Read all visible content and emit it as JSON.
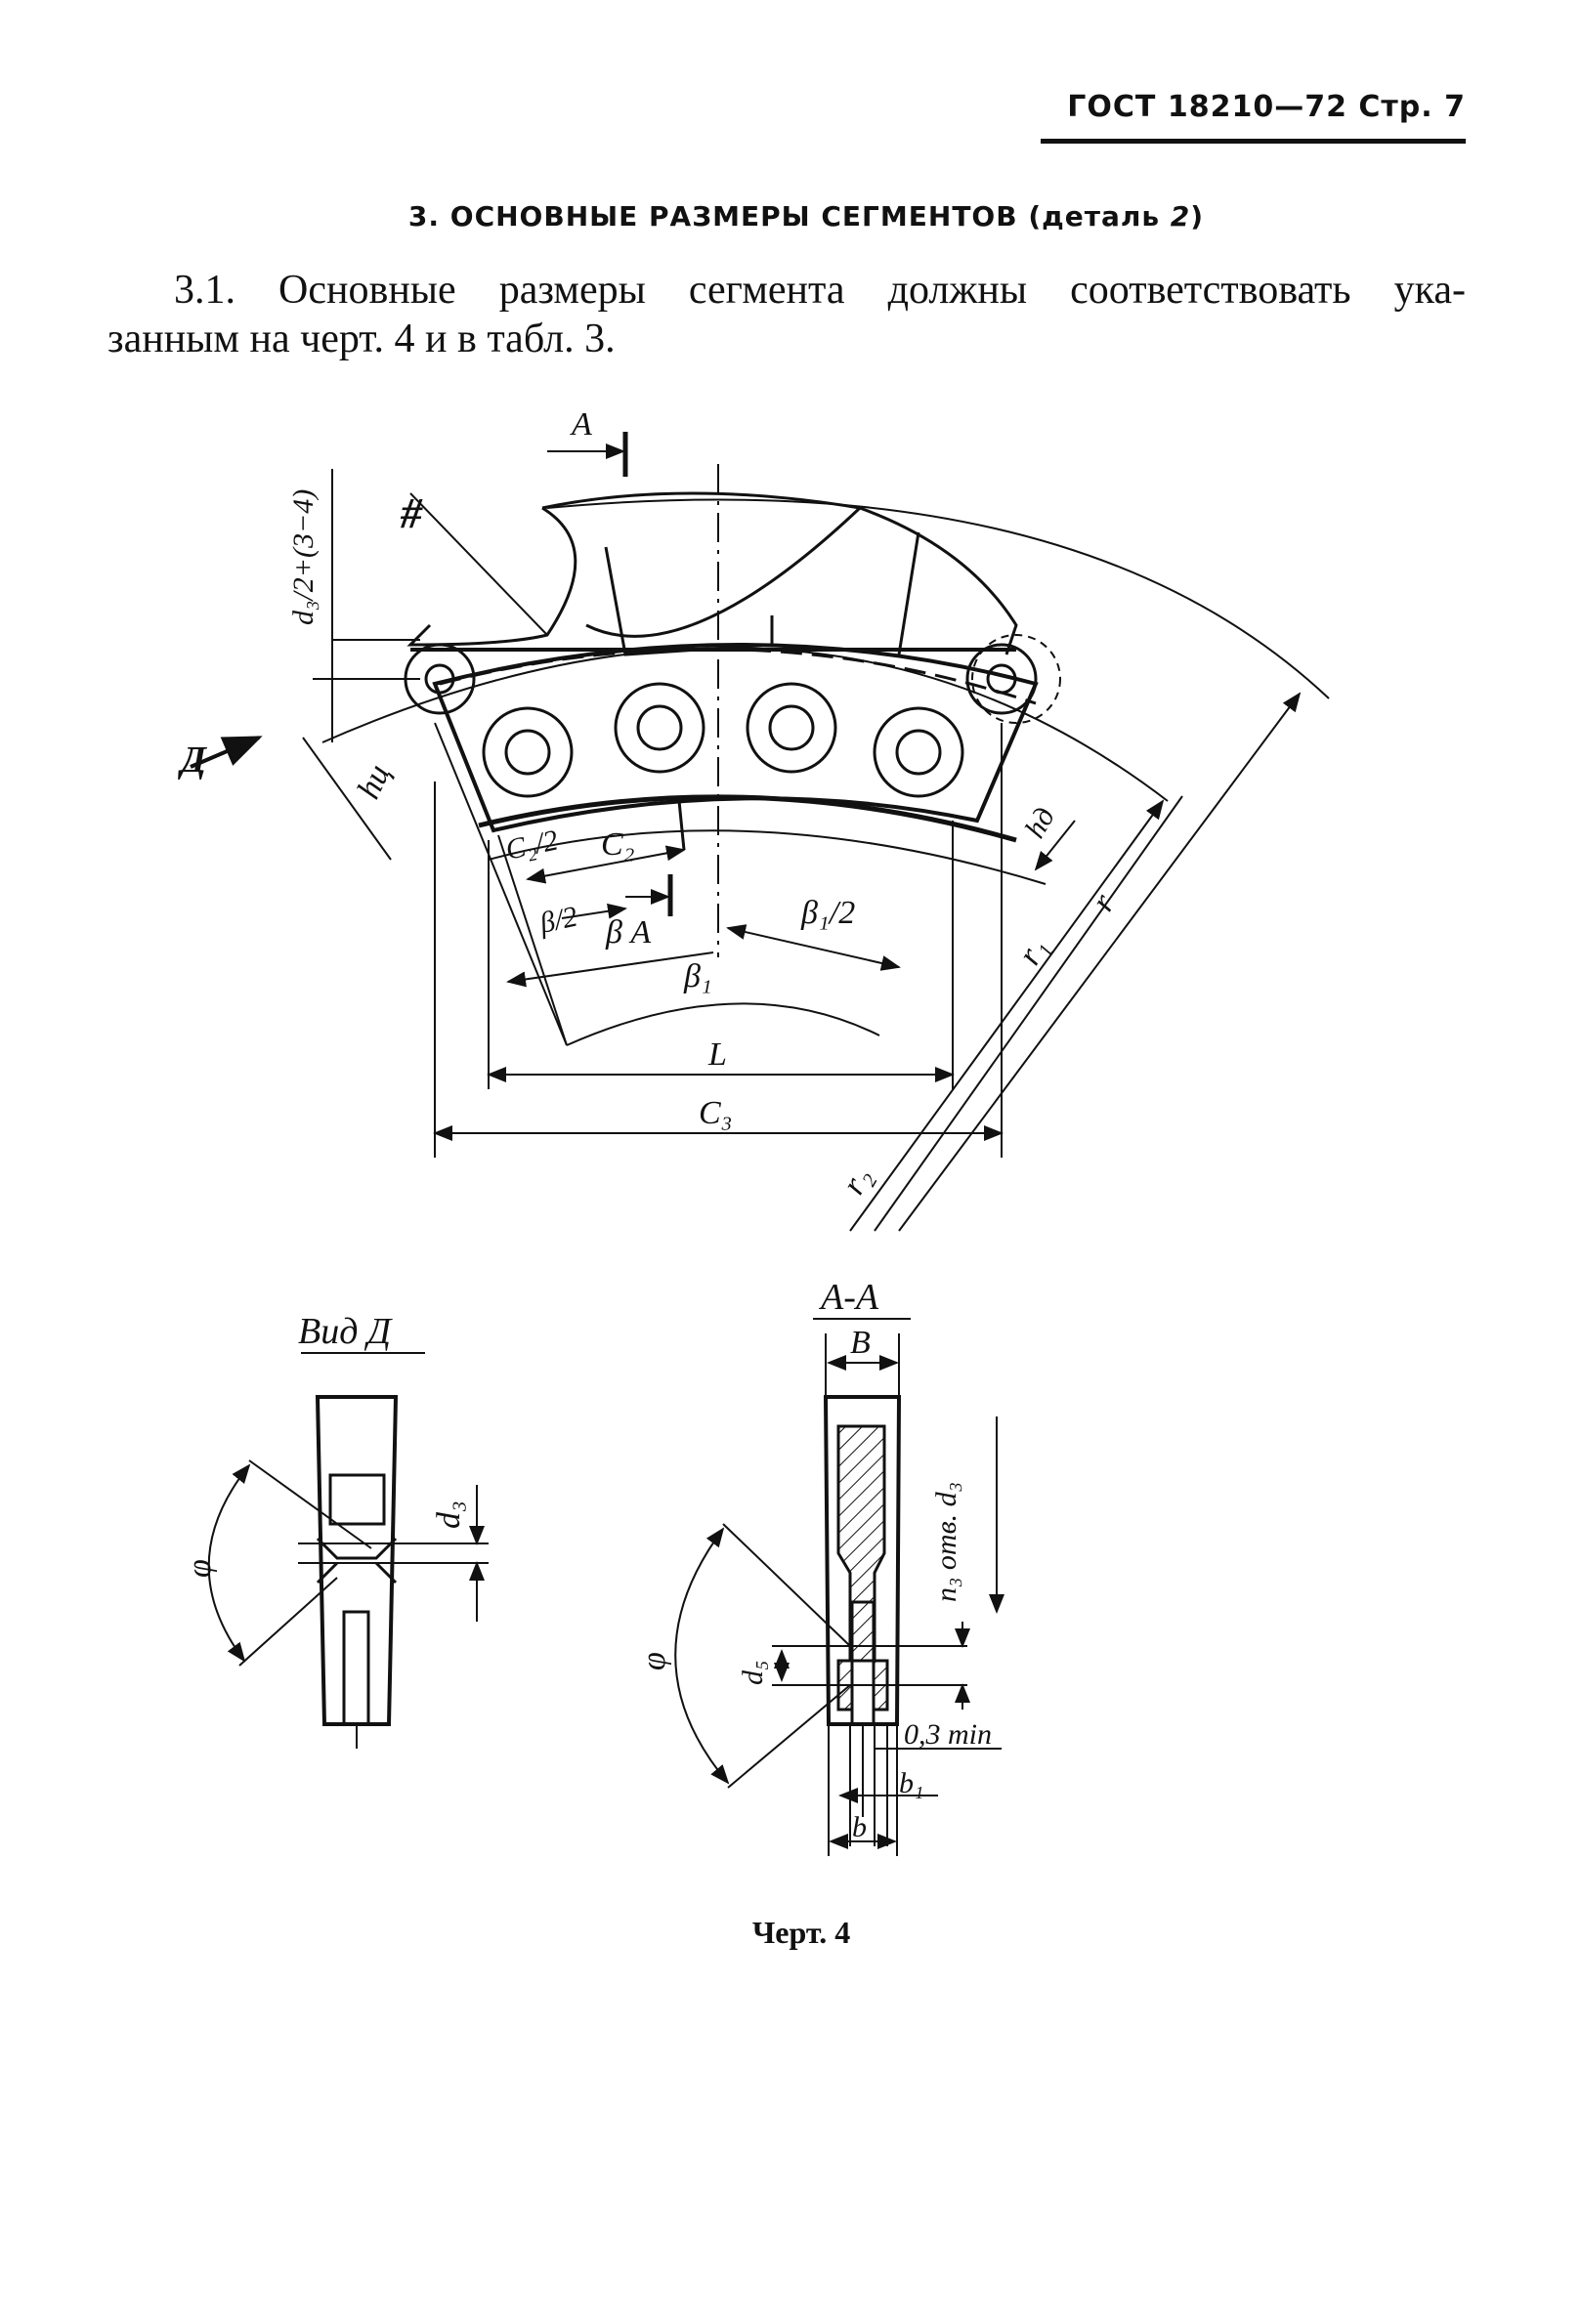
{
  "header": {
    "text": "ГОСТ 18210—72 Стр. 7"
  },
  "section": {
    "title": "3. ОСНОВНЫЕ РАЗМЕРЫ СЕГМЕНТОВ (деталь ",
    "title_part": "2",
    "title_end": ")"
  },
  "paragraph": {
    "line1": "3.1. Основные размеры сегмента должны соответствовать ука-",
    "line2": "занным на черт. 4 и в табл. 3."
  },
  "drawing_labels": {
    "section_mark": "A",
    "view_mark": "Д",
    "hash": "#",
    "formula": "d₃/2+(3−4)",
    "hc": "hц",
    "c2_half": "C₂/2",
    "c2": "C₂",
    "beta_half": "β/2",
    "beta_a": "β A",
    "beta1_half": "β₁/2",
    "beta1": "β₁",
    "hd": "hд",
    "L": "L",
    "C3": "C₃",
    "r": "r",
    "r1": "r₁",
    "r2": "r₂",
    "view_d_title": "Вид Д",
    "phi": "φ",
    "d3": "d₃",
    "aa_title": "А-А",
    "B": "B",
    "n3": "n₃ отв. d₃",
    "d5": "d₅",
    "min03": "0,3 min",
    "b1": "b₁",
    "b": "b"
  },
  "caption": "Черт. 4"
}
